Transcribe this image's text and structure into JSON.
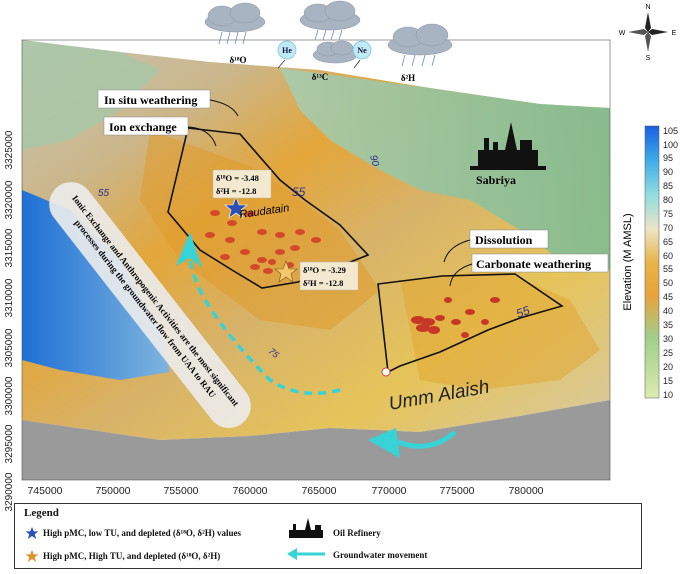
{
  "colors": {
    "water": "#2f8fe0",
    "low": "#8fc4a8",
    "mid": "#e8b23a",
    "high": "#c9c9a0",
    "sea": "#9a9a9a",
    "arrow": "#37d3d6",
    "blue_star": "#2a4fb8",
    "orange_star": "#d9942a"
  },
  "isotopes": {
    "o18": "δ¹⁸O",
    "he": "He",
    "c13": "δ¹³C",
    "ne": "Ne",
    "h2": "δ²H"
  },
  "compass": {
    "n": "N",
    "s": "S",
    "e": "E",
    "w": "W"
  },
  "annotations": {
    "in_situ": "In situ weathering",
    "ion_exchange": "Ion exchange",
    "dissolution": "Dissolution",
    "carbonate": "Carbonate weathering",
    "sabriya": "Sabriya",
    "raudatain": "Raudatain",
    "umm_alaish": "Umm Alaish",
    "contour_55a": "55",
    "contour_55b": "55",
    "contour_55c": "55",
    "contour_90": "90",
    "contour_75": "75",
    "box1_o": "δ¹⁸O = -3.48",
    "box1_h": "δ²H = -12.8",
    "box2_o": "δ¹⁸O = -3.29",
    "box2_h": "δ²H = -12.8",
    "flow_text": "Ionic Exchange and Anthropogenic Activities are the most significant processes during the groundwater flow from UAA to RAU"
  },
  "y_axis": [
    "3325000",
    "3320000",
    "3315000",
    "3310000",
    "3305000",
    "3300000",
    "3295000",
    "3290000"
  ],
  "x_axis": [
    "745000",
    "750000",
    "755000",
    "760000",
    "765000",
    "770000",
    "775000",
    "780000"
  ],
  "colorbar": {
    "title": "Elevation (M AMSL)",
    "ticks": [
      "105",
      "100",
      "95",
      "90",
      "85",
      "80",
      "75",
      "70",
      "65",
      "60",
      "55",
      "50",
      "45",
      "40",
      "35",
      "30",
      "25",
      "20",
      "15",
      "10"
    ]
  },
  "legend": {
    "title": "Legend",
    "item1": "High pMC, low TU, and depleted (δ¹⁸O, δ²H) values",
    "item2": "High pMC, High TU, and depleted (δ¹⁸O, δ²H)",
    "item3": "Oil Refinery",
    "item4": "Groundwater movement"
  }
}
